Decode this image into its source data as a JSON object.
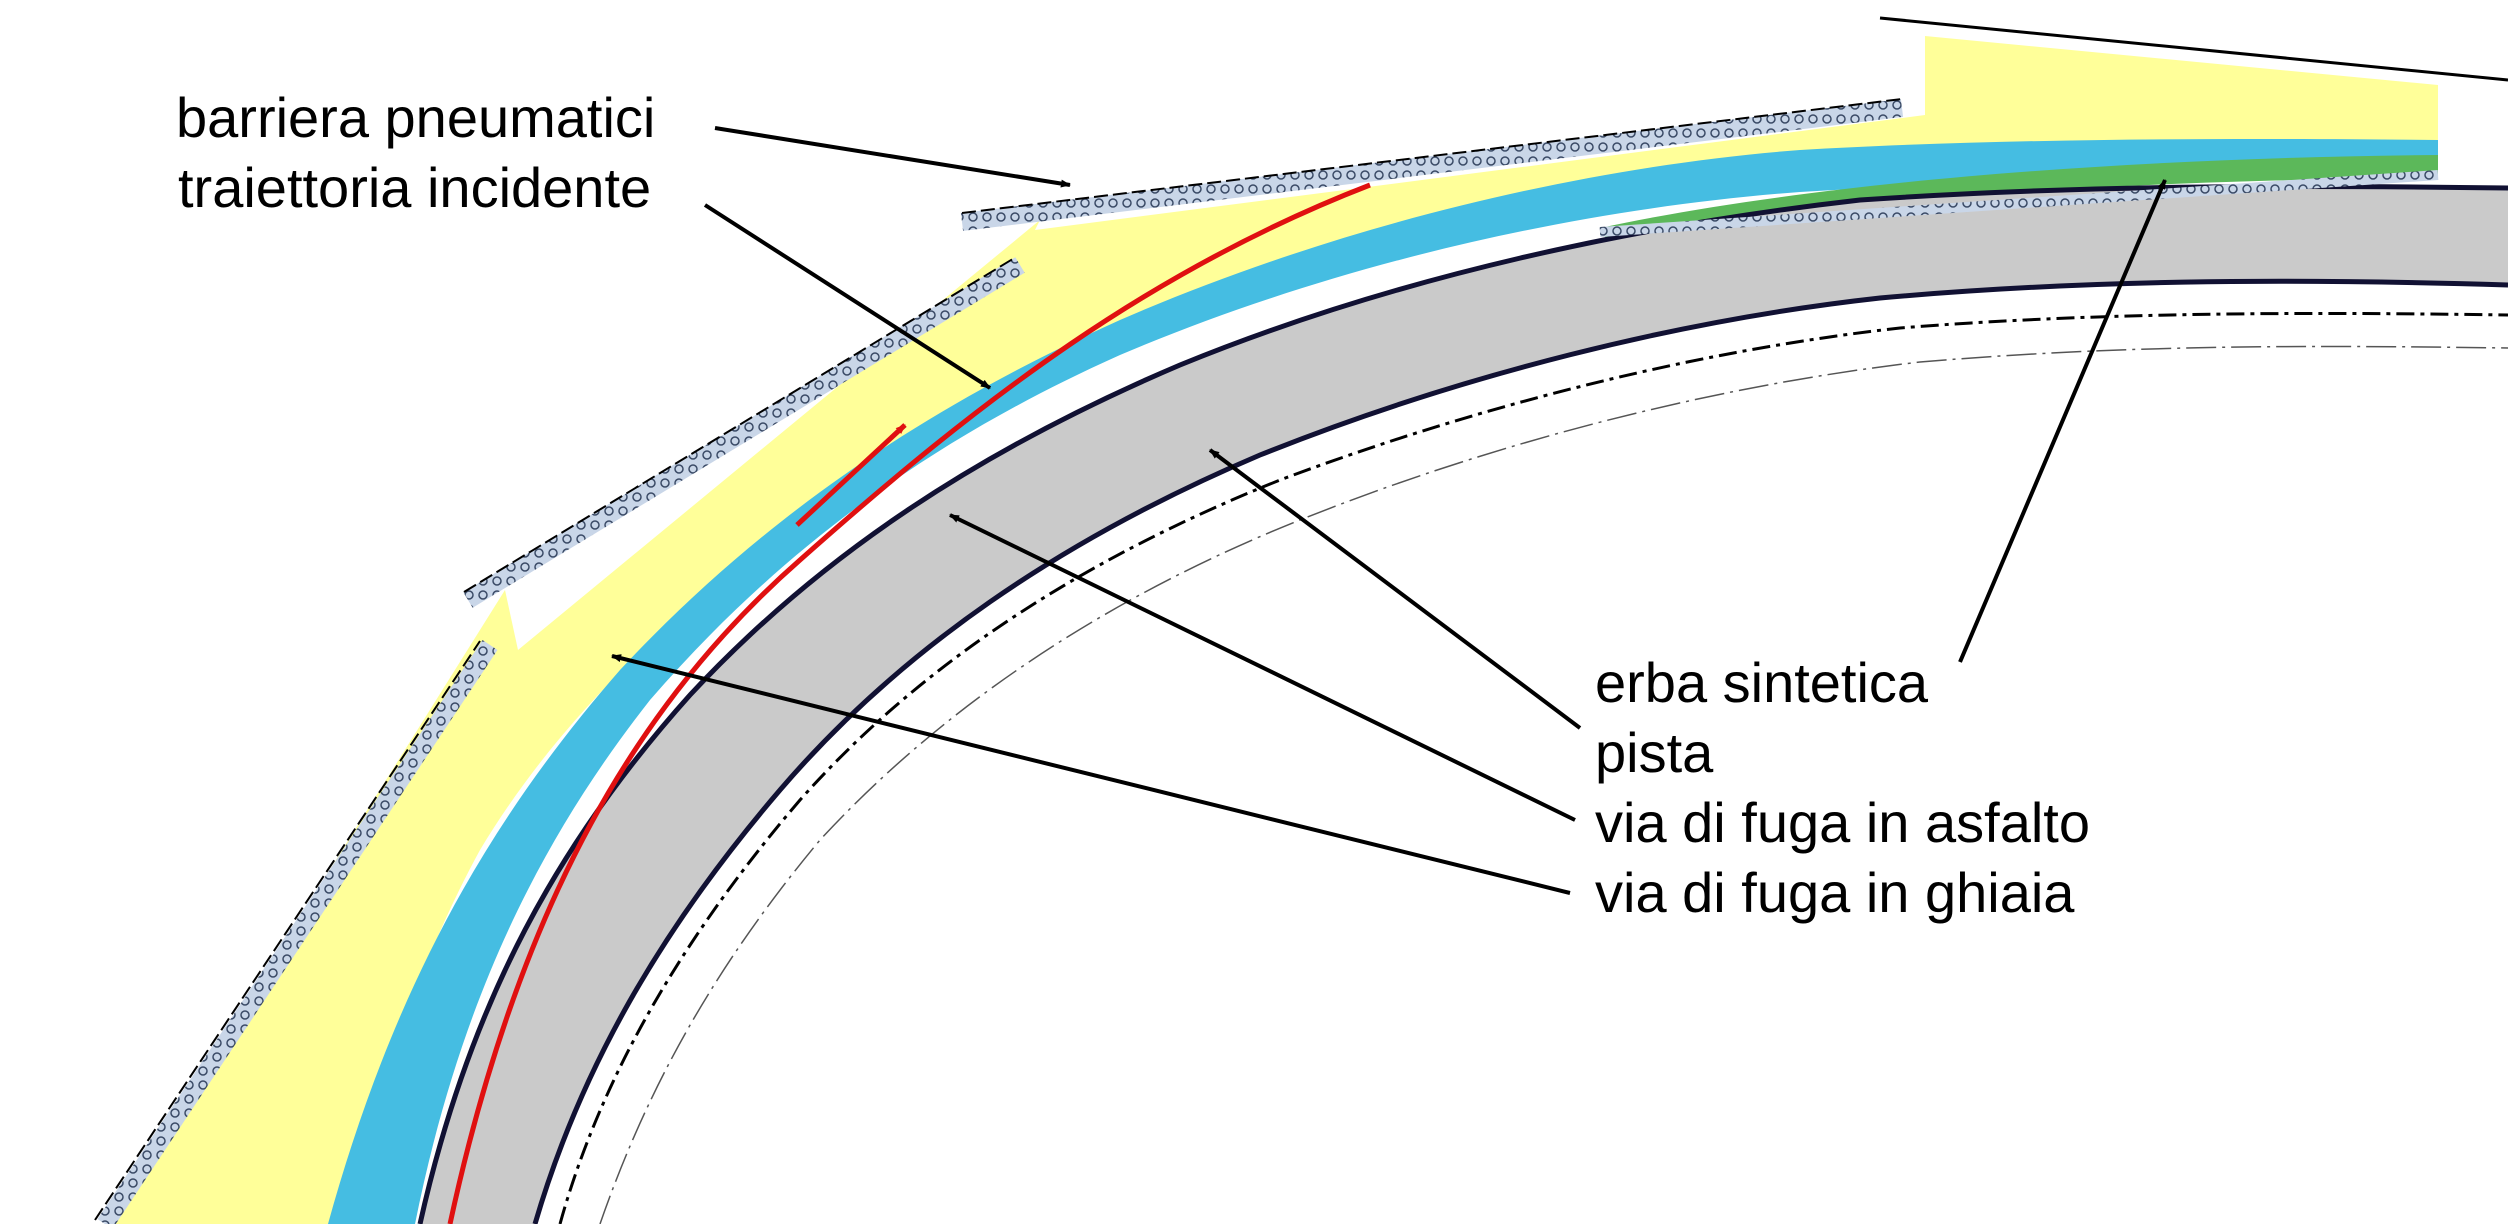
{
  "labels": {
    "barriera": "barriera pneumatici",
    "traiettoria": "traiettoria incidente",
    "erba": "erba sintetica",
    "pista": "pista",
    "asfalto": "via di fuga in asfalto",
    "ghiaia": "via di fuga in ghiaia"
  },
  "colors": {
    "gravel": "#ffff99",
    "asphalt_runoff": "#45bde2",
    "track": "#cacaca",
    "synthetic_grass": "#5cb85a",
    "trajectory": "#e01010",
    "lines": "#000000"
  }
}
